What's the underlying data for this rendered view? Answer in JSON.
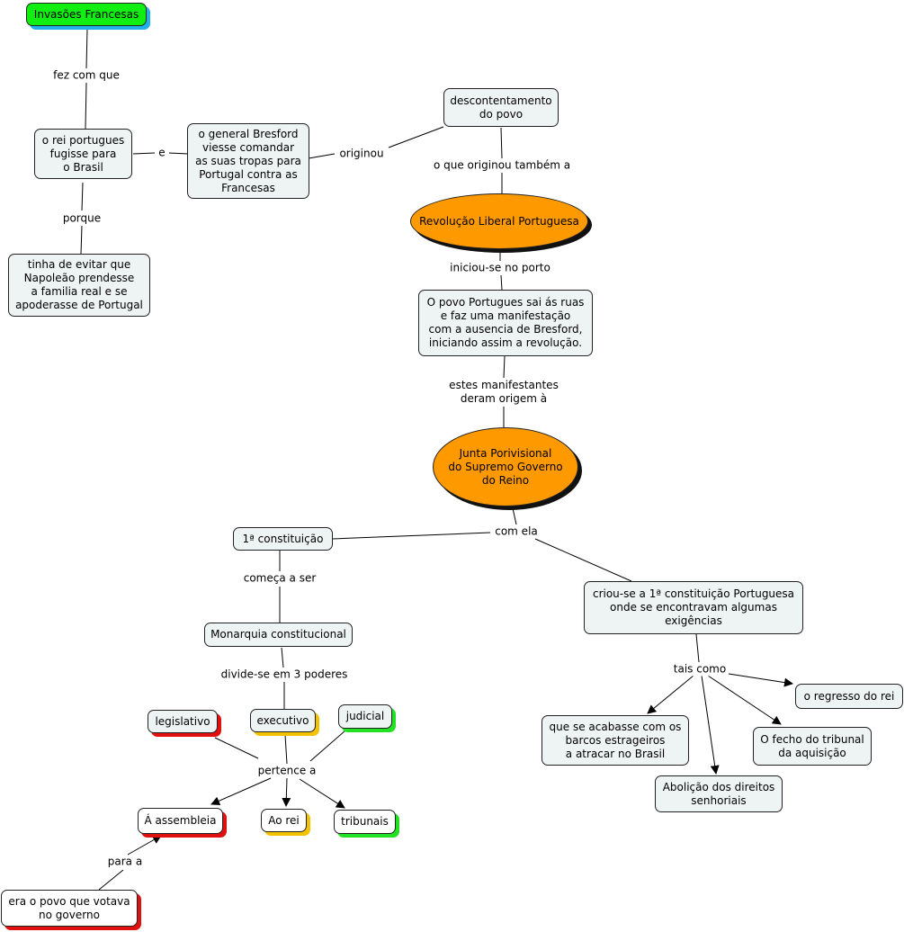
{
  "nodes": {
    "invasoes": "Invasões Francesas",
    "rei_fugisse": "o rei portugues\nfugisse para\no Brasil",
    "bresford": "o general Bresford\nviesse comandar\nas suas tropas para\nPortugal contra as\nFrancesas",
    "descontentamento": "descontentamento\ndo povo",
    "napoleao": "tinha de evitar que\nNapoleão prendesse\na familia real e se\napoderasse de Portugal",
    "revolucao": "Revolução Liberal Portuguesa",
    "povo_ruas": "O povo Portugues sai ás ruas\ne faz uma manifestação\ncom a ausencia de Bresford,\niniciando assim a revolução.",
    "junta": "Junta Porivisional\ndo Supremo Governo\ndo Reino",
    "constituicao": "1ª constituição",
    "criou": "criou-se a 1ª constituição Portuguesa\nonde se encontravam algumas\nexigências",
    "monarquia": "Monarquia constitucional",
    "legislativo": "legislativo",
    "executivo": "executivo",
    "judicial": "judicial",
    "regresso": "o regresso do rei",
    "acabasse": "que se acabasse com os\nbarcos estrageiros\na atracar no Brasil",
    "fecho": "O fecho do tribunal\nda aquisição",
    "abolicao": "Abolição dos direitos\nsenhoriais",
    "assembleia": "Á assembleia",
    "ao_rei": "Ao rei",
    "tribunais": "tribunais",
    "povo_votava": "era o povo que votava\nno governo"
  },
  "links": {
    "fez_com_que": "fez com que",
    "e": "e",
    "originou": "originou",
    "porque": "porque",
    "originou_tambem": "o que originou também a",
    "iniciou": "iniciou-se no porto",
    "manifestantes": "estes manifestantes\nderam origem à",
    "com_ela": "com ela",
    "comeca": "começa a ser",
    "divide": "divide-se em 3 poderes",
    "tais_como": "tais como",
    "pertence": "pertence a",
    "para_a": "para a"
  },
  "colors": {
    "node_fill": "#eef3f3",
    "ellipse_fill": "#ff9900",
    "title_fill": "#11ee11",
    "title_shadow": "#22b0e8",
    "shadow_red": "#e01010",
    "shadow_yellow": "#f2c200",
    "shadow_green": "#22e022"
  }
}
